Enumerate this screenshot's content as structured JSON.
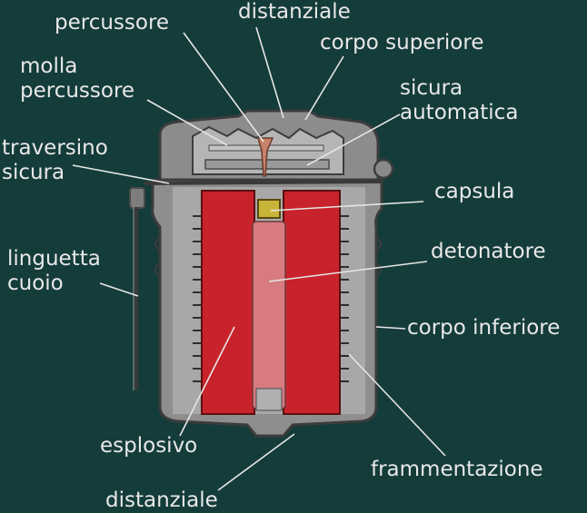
{
  "colors": {
    "background": "#143c3a",
    "label_text": "#e8e8e8",
    "leader_line": "#e6e6e6",
    "casing": "#8a8a8a",
    "casing_inner": "#a6a6a6",
    "explosive": "#c8232b",
    "detonator": "#d77b80",
    "capsule": "#c9b43a",
    "striker": "#c7826a"
  },
  "labels": {
    "percussore": "percussore",
    "distanziale_top": "distanziale",
    "corpo_superiore": "corpo superiore",
    "molla_percussore": [
      "molla",
      "percussore"
    ],
    "sicura_automatica": [
      "sicura",
      "automatica"
    ],
    "traversino_sicura": [
      "traversino",
      "sicura"
    ],
    "capsula": "capsula",
    "linguetta_cuoio": [
      "linguetta",
      "cuoio"
    ],
    "detonatore": "detonatore",
    "corpo_inferiore": "corpo inferiore",
    "esplosivo": "esplosivo",
    "frammentazione": "frammentazione",
    "distanziale_bottom": "distanziale"
  }
}
